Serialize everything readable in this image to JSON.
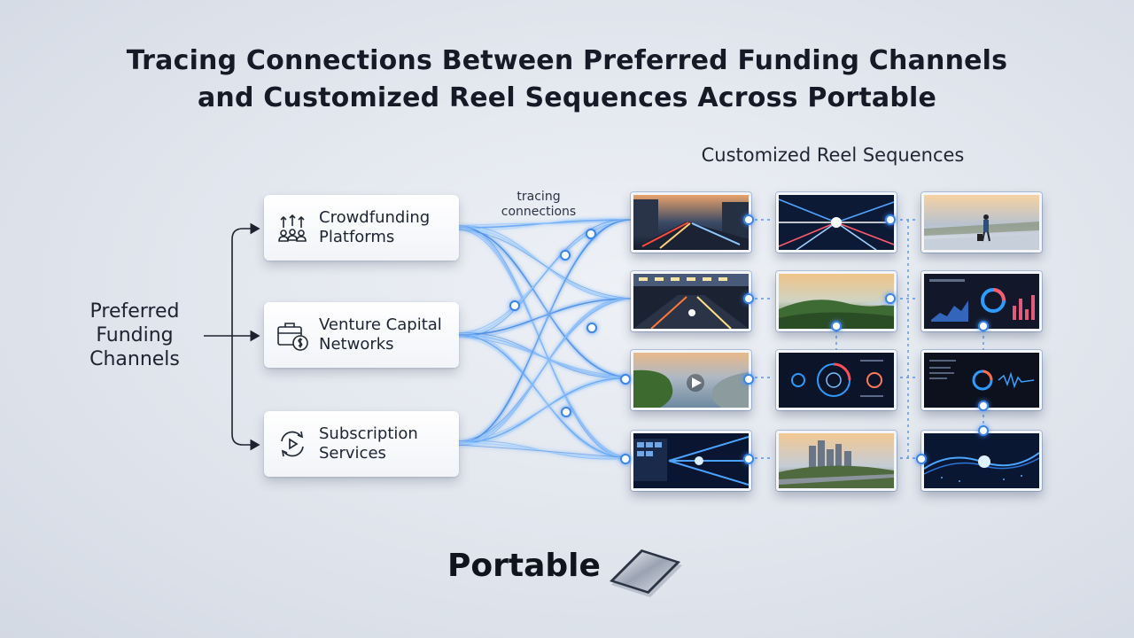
{
  "title": {
    "line1": "Tracing Connections Between Preferred Funding Channels",
    "line2": "and Customized Reel Sequences Across Portable"
  },
  "source": {
    "label": "Preferred Funding Channels"
  },
  "funding_channels": [
    {
      "label_line1": "Crowdfunding",
      "label_line2": "Platforms",
      "icon": "people-arrows-icon"
    },
    {
      "label_line1": "Venture Capital",
      "label_line2": "Networks",
      "icon": "briefcase-dollar-icon"
    },
    {
      "label_line1": "Subscription",
      "label_line2": "Services",
      "icon": "cycle-play-icon"
    }
  ],
  "connector": {
    "label_line1": "tracing",
    "label_line2": "connections"
  },
  "reels": {
    "heading": "Customized Reel Sequences",
    "rows": [
      [
        "city-light-trails",
        "tunnel-light-burst",
        "person-walking-sunset"
      ],
      [
        "highway-traffic",
        "forest-coastline",
        "analytics-dashboard"
      ],
      [
        "river-aerial-play",
        "hud-dashboard",
        "waveform-dashboard"
      ],
      [
        "data-corridor",
        "city-skyline",
        "digital-wave"
      ]
    ]
  },
  "footer": {
    "label": "Portable",
    "icon": "tablet-icon"
  },
  "colors": {
    "accent": "#3a86e8",
    "glow": "#7db8ff",
    "text": "#1b2230"
  }
}
